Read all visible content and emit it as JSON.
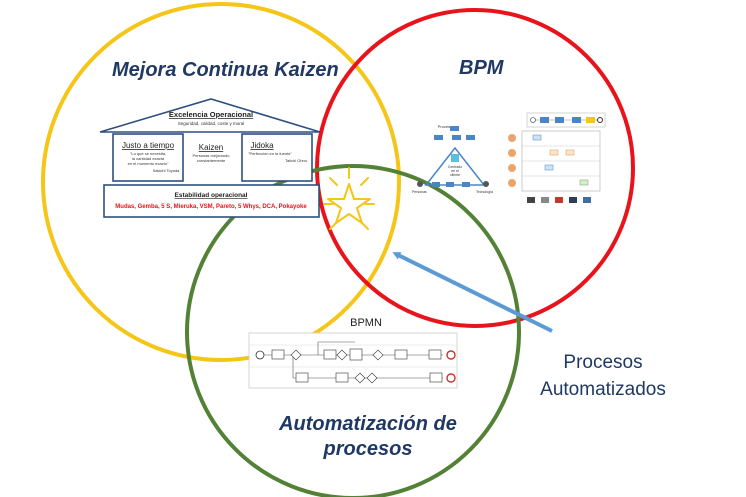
{
  "circles": {
    "kaizen": {
      "title": "Mejora Continua Kaizen",
      "color": "#f5c518"
    },
    "bpm": {
      "title": "BPM",
      "color": "#e8141b"
    },
    "automation": {
      "title_line1": "Automatización de",
      "title_line2": "procesos",
      "color": "#538135"
    }
  },
  "house": {
    "roof_title": "Excelencia Operacional",
    "roof_subtitle": "Seguridad, calidad, coste y moral",
    "left_pillar": {
      "title": "Justo a tiempo",
      "quote": [
        "\"Lo que se necesita,",
        "la cantidad exacta",
        "en el momento exacto\""
      ],
      "author": "Sakichi Toyoda"
    },
    "center": {
      "title": "Kaizen",
      "text": [
        "Personas mejorando",
        "constantemente"
      ]
    },
    "right_pillar": {
      "title": "Jidoka",
      "quote": "\"Perfección en la fuente\"",
      "author": "Taiichi Ohno"
    },
    "base": {
      "title": "Estabilidad operacional",
      "tools": "Mudas, Gemba, 5 S, Mieruka, VSM, Pareto, 5 Whys, DCA, Pokayoke"
    }
  },
  "bpmn_label": "BPMN",
  "arrow_label_line1": "Procesos",
  "arrow_label_line2": "Automatizados",
  "bpm_diagram": {
    "top_label": "Procesos",
    "left_label": "Personas",
    "right_label": "Tecnología",
    "center_label": [
      "Centrado",
      "en el",
      "cliente"
    ]
  },
  "colors": {
    "arrow": "#5b9bd5",
    "star": "#f5c518",
    "text_dark": "#203864",
    "base_tools": "#e8141b"
  }
}
